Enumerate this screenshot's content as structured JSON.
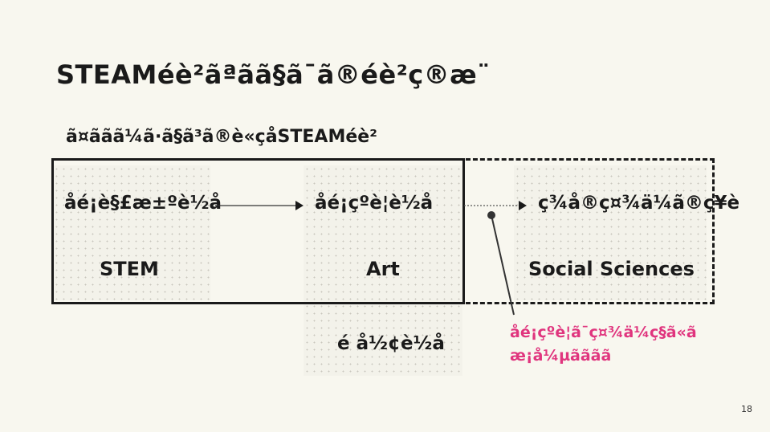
{
  "title": "STEAMéè²ãªãã§ã¯ã®éè²ç®æ¨",
  "subtitle": "ã¤ããã¼ã·ã§ã³ã®è«çåSTEAMéè²",
  "steps": [
    {
      "top": "åé¡è§£æ±ºè½å",
      "bottom": "STEM"
    },
    {
      "top": "åé¡çºè¦è½å",
      "bottom": "Art",
      "extra": "é å½¢è½å"
    },
    {
      "top": "ç¾å®ç¤¾ä¼ã®ç¥è­",
      "bottom": "Social Sciences"
    }
  ],
  "note": {
    "line1": "åé¡çºè¦ã¯ç¤¾ä¼ç§ã«ã",
    "line2": "æ¡å¼µãããã",
    "color": "#e0357e"
  },
  "page_number": "18"
}
